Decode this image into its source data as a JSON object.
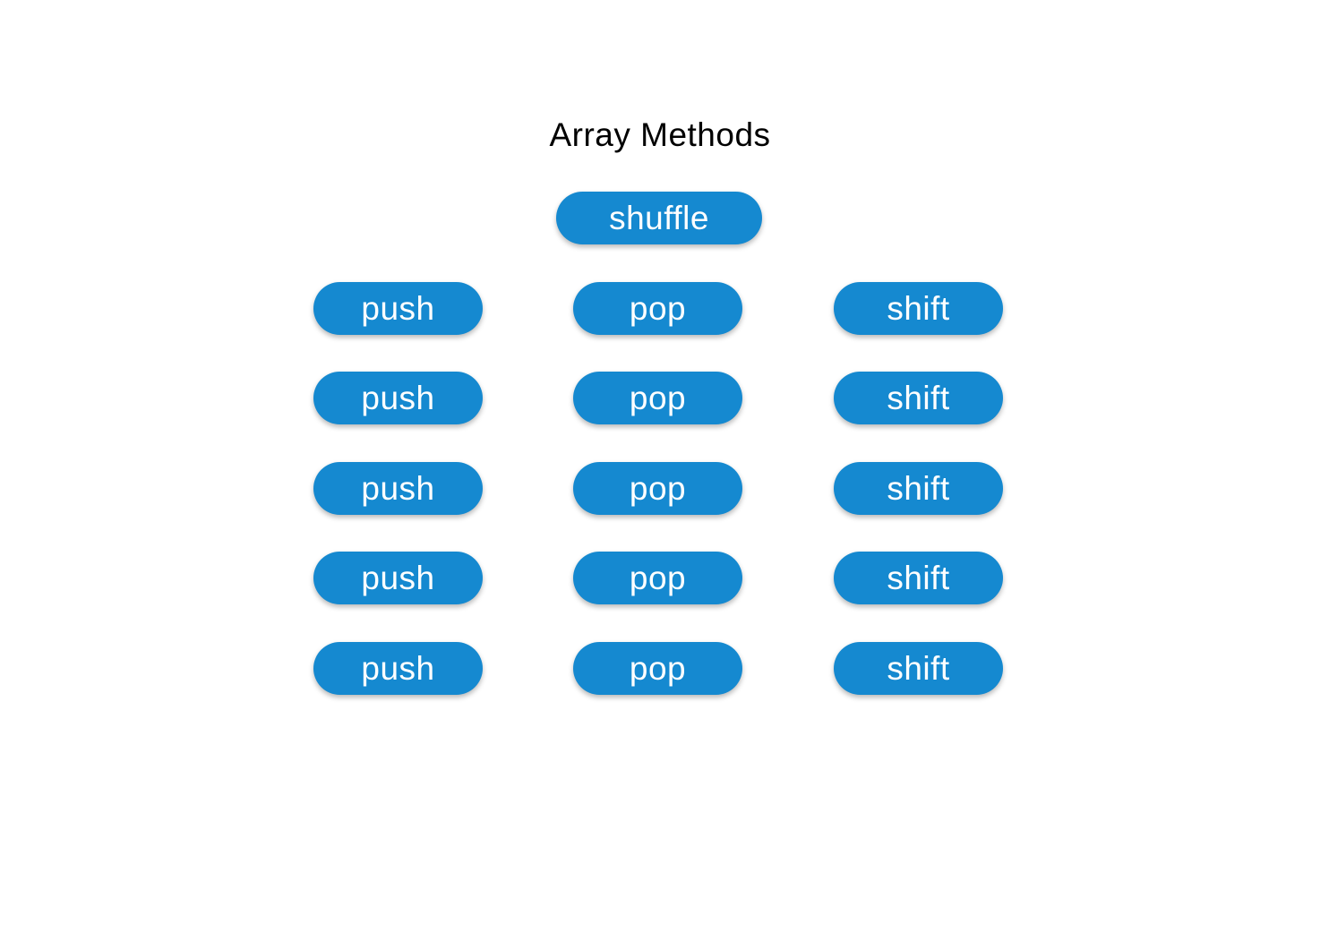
{
  "title": "Array Methods",
  "shuffle_label": "shuffle",
  "rows": [
    {
      "push": "push",
      "pop": "pop",
      "shift": "shift"
    },
    {
      "push": "push",
      "pop": "pop",
      "shift": "shift"
    },
    {
      "push": "push",
      "pop": "pop",
      "shift": "shift"
    },
    {
      "push": "push",
      "pop": "pop",
      "shift": "shift"
    },
    {
      "push": "push",
      "pop": "pop",
      "shift": "shift"
    }
  ],
  "colors": {
    "button_bg": "#1589d0",
    "button_text": "#ffffff",
    "title_text": "#000000",
    "background": "#ffffff"
  }
}
